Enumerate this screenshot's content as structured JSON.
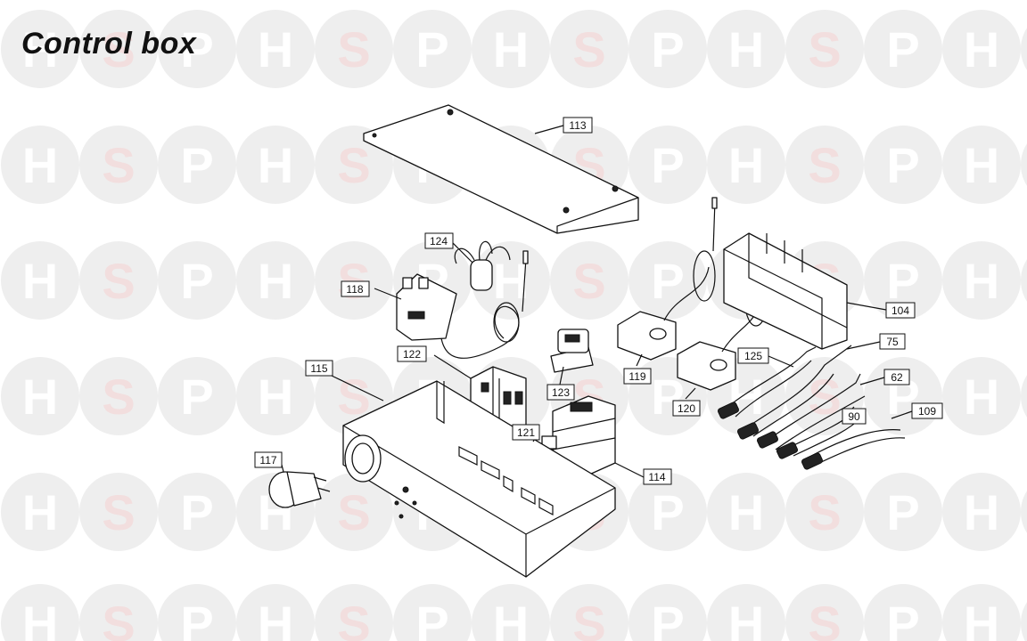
{
  "title": "Control box",
  "watermark": {
    "letters": [
      "H",
      "S",
      "P"
    ],
    "color": "#f2dede",
    "circle_color": "#eeeeee"
  },
  "parts": [
    {
      "id": "p113",
      "label": "113"
    },
    {
      "id": "p124",
      "label": "124"
    },
    {
      "id": "p118",
      "label": "118"
    },
    {
      "id": "p104",
      "label": "104"
    },
    {
      "id": "p75",
      "label": "75"
    },
    {
      "id": "p125",
      "label": "125"
    },
    {
      "id": "p62",
      "label": "62"
    },
    {
      "id": "p109",
      "label": "109"
    },
    {
      "id": "p90",
      "label": "90"
    },
    {
      "id": "p119",
      "label": "119"
    },
    {
      "id": "p120",
      "label": "120"
    },
    {
      "id": "p122",
      "label": "122"
    },
    {
      "id": "p123",
      "label": "123"
    },
    {
      "id": "p121",
      "label": "121"
    },
    {
      "id": "p114",
      "label": "114"
    },
    {
      "id": "p115",
      "label": "115"
    },
    {
      "id": "p117",
      "label": "117"
    }
  ]
}
